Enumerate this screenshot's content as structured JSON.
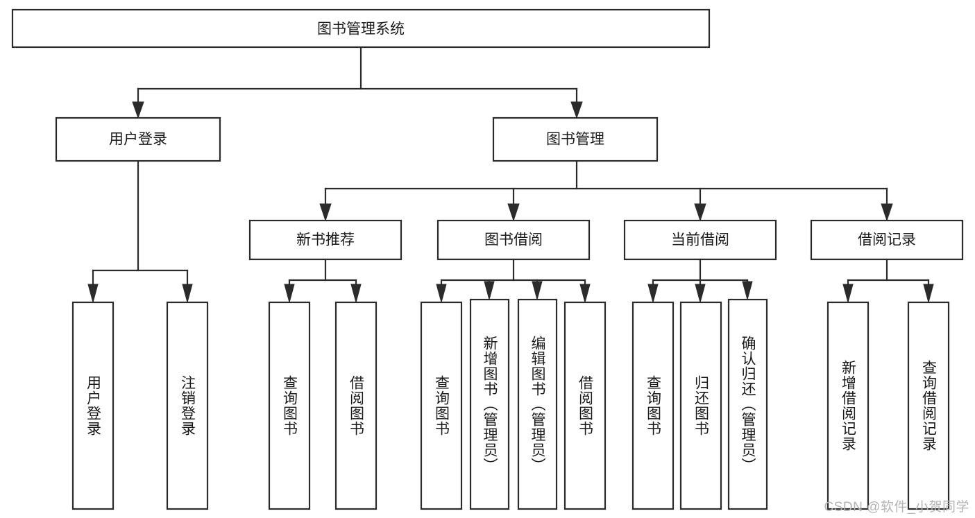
{
  "diagram": {
    "type": "tree",
    "title": "图书管理系统",
    "background_color": "#ffffff",
    "line_color": "#2b2b2b",
    "text_color": "#1a1a1a",
    "root": {
      "id": "root",
      "label": "图书管理系统"
    },
    "level2": [
      {
        "id": "user-login",
        "label": "用户登录"
      },
      {
        "id": "book-manage",
        "label": "图书管理"
      }
    ],
    "level3": [
      {
        "id": "new-book-recommend",
        "label": "新书推荐"
      },
      {
        "id": "book-borrow",
        "label": "图书借阅"
      },
      {
        "id": "current-borrow",
        "label": "当前借阅"
      },
      {
        "id": "borrow-record",
        "label": "借阅记录"
      }
    ],
    "leaves": [
      {
        "id": "leaf-user-login",
        "label": "用户登录",
        "parent": "user-login"
      },
      {
        "id": "leaf-user-logout",
        "label": "注销登录",
        "parent": "user-login"
      },
      {
        "id": "leaf-query-book-1",
        "label": "查询图书",
        "parent": "new-book-recommend"
      },
      {
        "id": "leaf-borrow-book-1",
        "label": "借阅图书",
        "parent": "new-book-recommend"
      },
      {
        "id": "leaf-query-book-2",
        "label": "查询图书",
        "parent": "book-borrow"
      },
      {
        "id": "leaf-add-book",
        "label": "新增图书（管理员）",
        "parent": "book-borrow"
      },
      {
        "id": "leaf-edit-book",
        "label": "编辑图书（管理员）",
        "parent": "book-borrow"
      },
      {
        "id": "leaf-borrow-book-2",
        "label": "借阅图书",
        "parent": "book-borrow"
      },
      {
        "id": "leaf-query-book-3",
        "label": "查询图书",
        "parent": "current-borrow"
      },
      {
        "id": "leaf-return-book",
        "label": "归还图书",
        "parent": "current-borrow"
      },
      {
        "id": "leaf-confirm-return",
        "label": "确认归还（管理员）",
        "parent": "current-borrow"
      },
      {
        "id": "leaf-add-record",
        "label": "新增借阅记录",
        "parent": "borrow-record"
      },
      {
        "id": "leaf-query-record",
        "label": "查询借阅记录",
        "parent": "borrow-record"
      }
    ]
  },
  "watermark": {
    "text": "CSDN @软件_小贺同学"
  }
}
